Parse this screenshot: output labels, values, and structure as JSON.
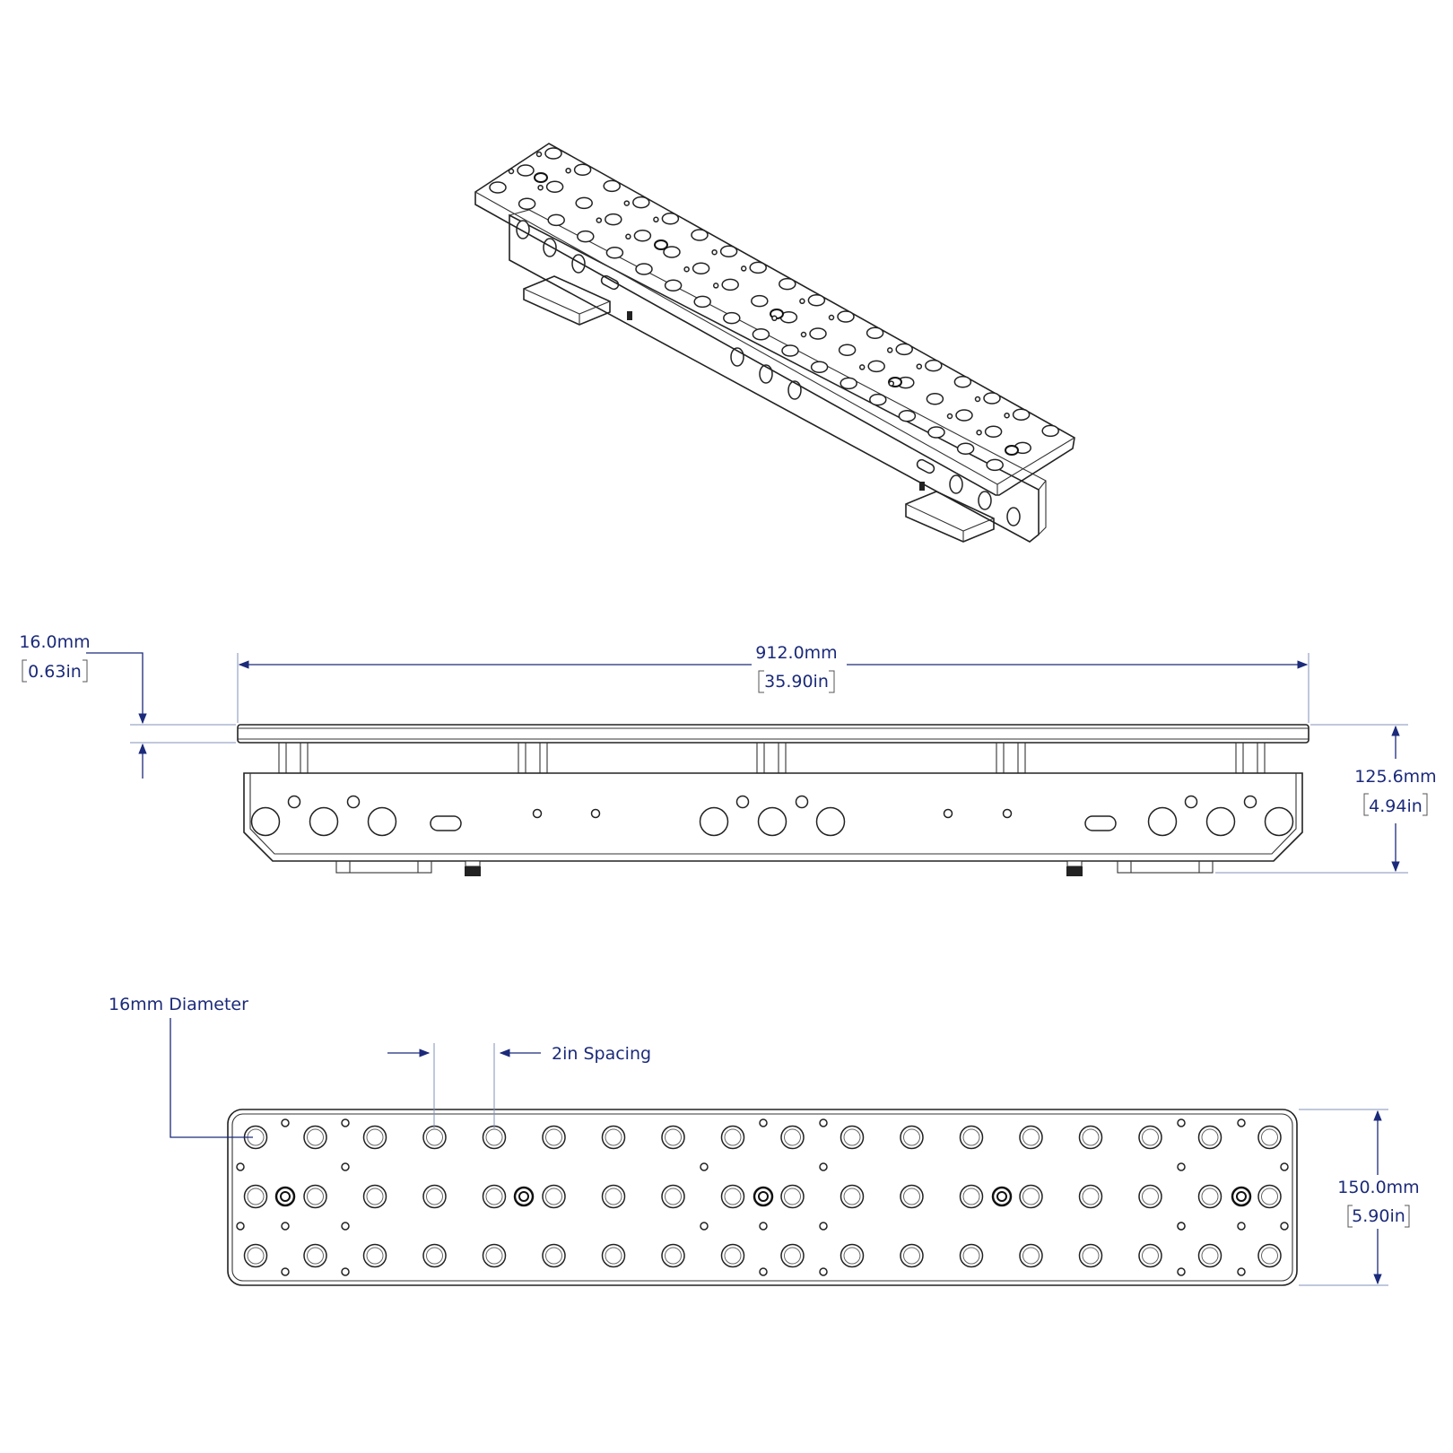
{
  "dimensions": {
    "thickness_mm": "16.0mm",
    "thickness_in": "0.63in",
    "length_mm": "912.0mm",
    "length_in": "35.90in",
    "height_mm": "125.6mm",
    "height_in": "4.94in",
    "width_mm": "150.0mm",
    "width_in": "5.90in"
  },
  "callouts": {
    "hole_diameter": "16mm Diameter",
    "hole_spacing": "2in Spacing"
  },
  "colors": {
    "dimension": "#1b2a7a",
    "linework": "#222222"
  }
}
